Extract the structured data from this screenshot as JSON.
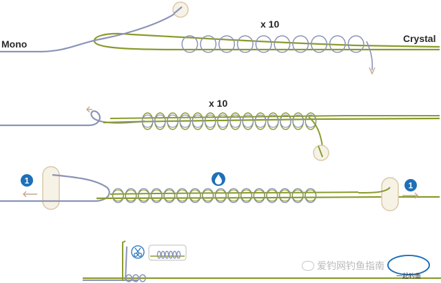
{
  "labels": {
    "mono": "Mono",
    "crystal": "Crystal"
  },
  "steps": [
    {
      "wraps_label": "x 10"
    },
    {
      "wraps_label": "x 10"
    },
    {
      "badge_left": "1",
      "badge_right": "1"
    },
    {}
  ],
  "watermark": {
    "text": "爱钓网钓鱼指南",
    "logo_text": "一起钓鱼"
  },
  "colors": {
    "mono_line": "#8a93b8",
    "crystal_line": "#8a9a2a",
    "badge": "#1e6fb8",
    "outline": "#d8c8a8"
  },
  "icons": [
    "scissors-icon",
    "water-drop-icon",
    "arrow-left-icon",
    "arrow-right-icon",
    "chat-bubble-icon"
  ]
}
